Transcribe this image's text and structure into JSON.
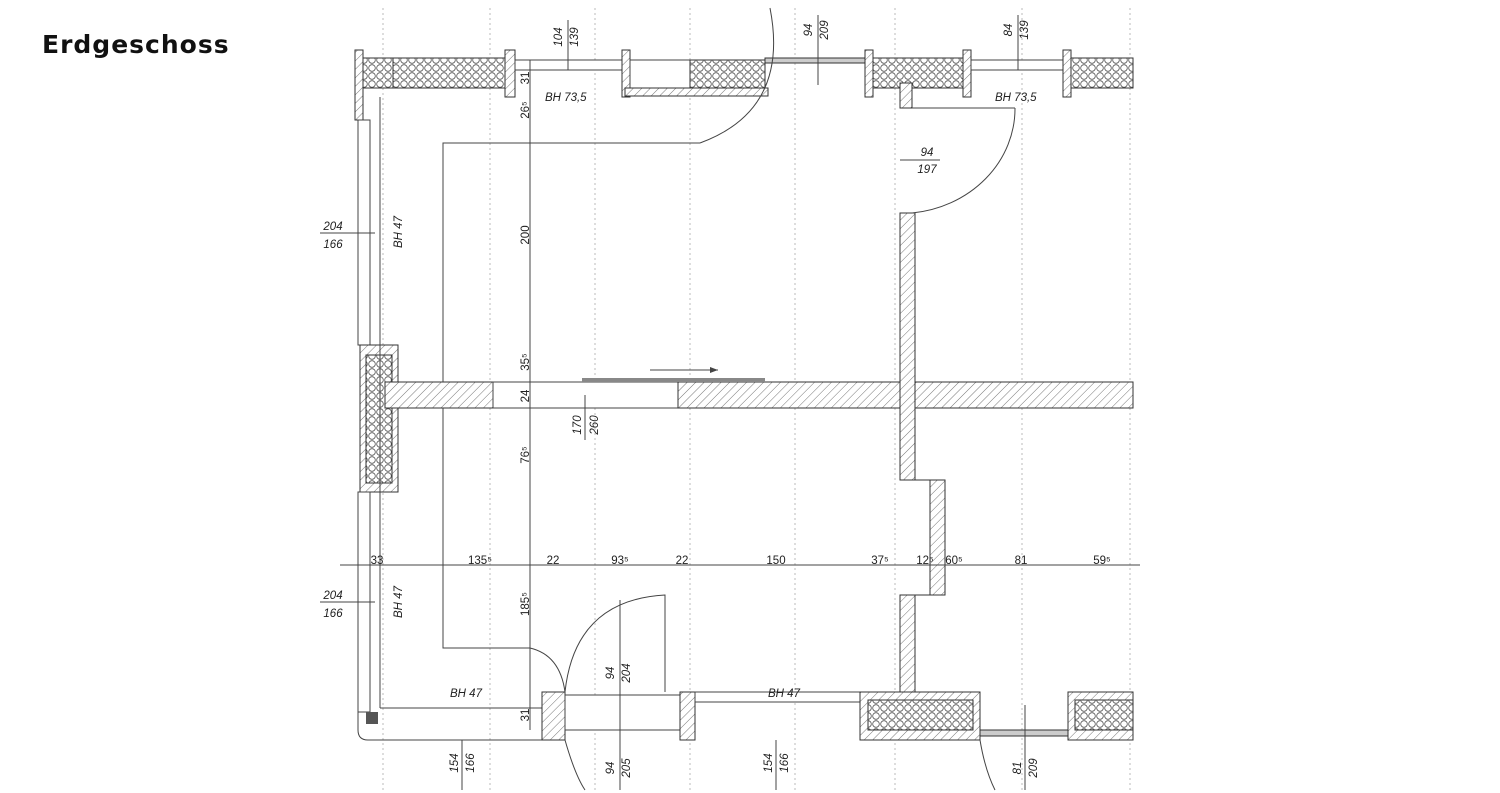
{
  "title": "Erdgeschoss",
  "labels": {
    "top_win1_w": "104",
    "top_win1_h": "139",
    "top_door_w": "94",
    "top_door_h": "209",
    "top_win2_w": "84",
    "top_win2_h": "139",
    "sill_top_1": "BH 73,5",
    "sill_top_2": "BH 73,5",
    "door_right_w": "94",
    "door_right_h": "197",
    "left_win1_w": "204",
    "left_win1_h": "166",
    "left_win2_w": "204",
    "left_win2_h": "166",
    "sill_left_1": "BH 47",
    "sill_left_2": "BH 47",
    "sill_bottom_1": "BH 47",
    "sill_bottom_2": "BH 47",
    "v_31_top": "31",
    "v_26": "26⁵",
    "v_200": "200",
    "v_35": "35⁵",
    "v_24": "24",
    "v_76": "76⁵",
    "v_185": "185⁵",
    "v_31_bottom": "31",
    "opening_w": "170",
    "opening_h": "260",
    "bottom_door_w": "94",
    "bottom_door_h": "204",
    "bottom_win1_w": "154",
    "bottom_win1_h": "166",
    "bottom_win2_w": "94",
    "bottom_win2_h": "205",
    "bottom_win3_w": "154",
    "bottom_win3_h": "166",
    "bottom_door2_w": "81",
    "bottom_door2_h": "209"
  },
  "dimension_chain": [
    "33",
    "135⁵",
    "22",
    "93⁵",
    "22",
    "150",
    "37⁵",
    "12⁵",
    "60⁵",
    "81",
    "59⁵"
  ]
}
